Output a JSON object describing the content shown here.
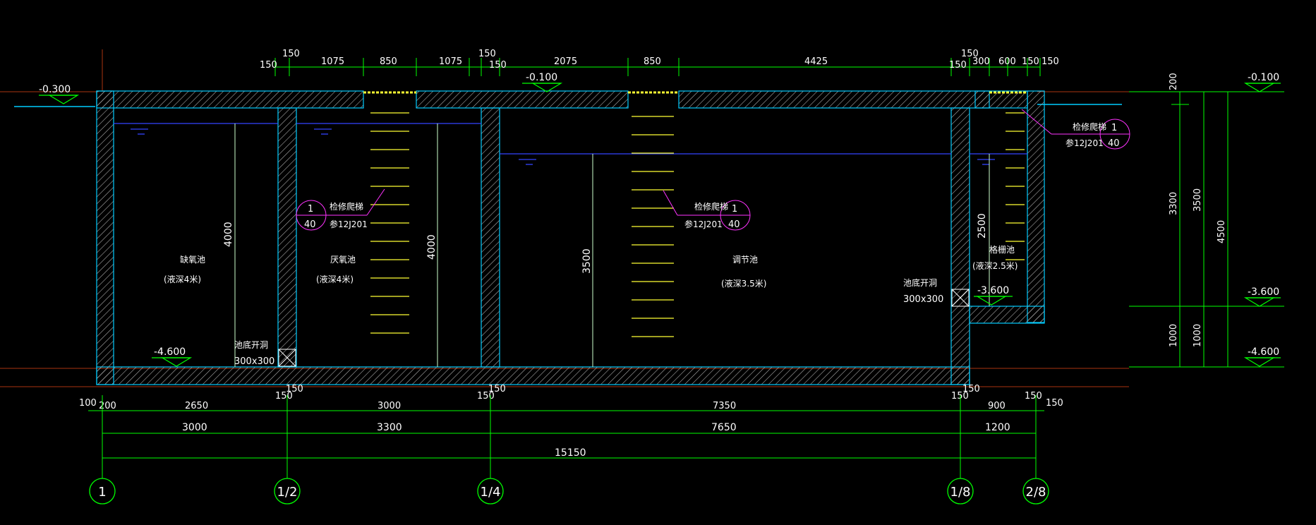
{
  "colors": {
    "background": "#000000",
    "wall_hatch": "#aaaaaa",
    "wall_edge": "#00ccff",
    "water_line": "#3344ff",
    "dimension": "#00ff00",
    "ladder": "#ffff33",
    "callout": "#ff33ff",
    "grid_line": "#aa3311",
    "text": "#ffffff"
  },
  "top_dimensions": [
    "150",
    "150",
    "1075",
    "850",
    "1075",
    "150",
    "150",
    "2075",
    "850",
    "4425",
    "150",
    "150",
    "300",
    "600",
    "150",
    "150"
  ],
  "bottom_dimensions_row1": [
    "100",
    "200",
    "2650",
    "150",
    "150",
    "3000",
    "150",
    "150",
    "7350",
    "150",
    "150",
    "900",
    "150",
    "150"
  ],
  "bottom_dimensions_row2": [
    "3000",
    "3300",
    "7650",
    "1200"
  ],
  "bottom_total": "15150",
  "axes": [
    "1",
    "1/2",
    "1/4",
    "1/8",
    "2/8"
  ],
  "elevations": {
    "ground_left": "-0.300",
    "top_mid": "-0.100",
    "bottom_left": "-4.600",
    "sludge_floor": "-3.600",
    "right_top": "-0.100",
    "right_mid": "-3.600",
    "right_bottom": "-4.600"
  },
  "vertical_dimensions": {
    "tank1_depth": "4000",
    "tank2_depth": "4000",
    "tank3_depth": "3500",
    "tank4_depth": "2500",
    "right_200": "200",
    "right_3300": "3300",
    "right_3500": "3500",
    "right_4500": "4500",
    "right_1000a": "1000",
    "right_1000b": "1000"
  },
  "tanks": [
    {
      "name": "缺氧池",
      "depth_note": "(液深4米)"
    },
    {
      "name": "厌氧池",
      "depth_note": "(液深4米)"
    },
    {
      "name": "调节池",
      "depth_note": "(液深3.5米)"
    },
    {
      "name": "格栅池",
      "depth_note": "(液深2.5米)"
    }
  ],
  "openings": [
    {
      "label": "池底开洞",
      "size": "300x300"
    },
    {
      "label": "池底开洞",
      "size": "300x300"
    }
  ],
  "callouts": [
    {
      "title": "检修爬梯",
      "ref": "参12J201",
      "num": "1",
      "sheet": "40"
    },
    {
      "title": "检修爬梯",
      "ref": "参12J201",
      "num": "1",
      "sheet": "40"
    },
    {
      "title": "检修爬梯",
      "ref": "参12J201",
      "num": "1",
      "sheet": "40"
    }
  ]
}
